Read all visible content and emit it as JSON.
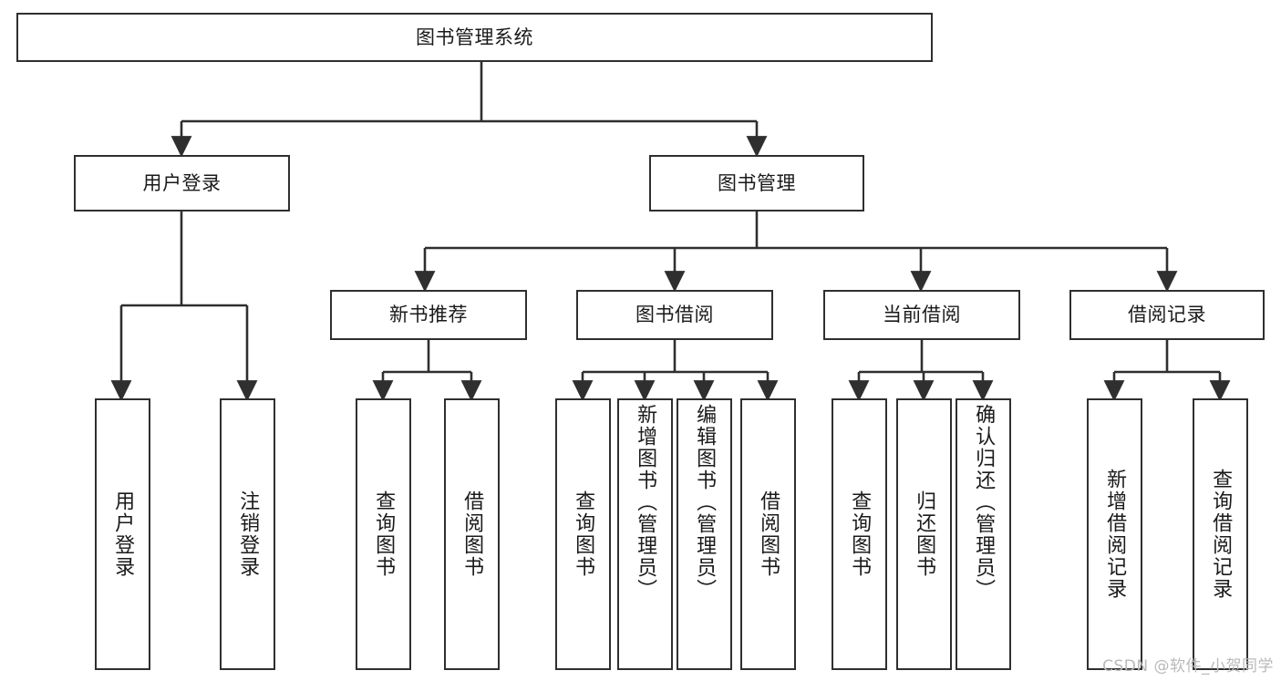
{
  "diagram": {
    "type": "tree-hierarchy",
    "title": "图书管理系统",
    "root": {
      "label": "图书管理系统"
    },
    "level2": [
      {
        "label": "用户登录"
      },
      {
        "label": "图书管理"
      }
    ],
    "level3": [
      {
        "label": "新书推荐"
      },
      {
        "label": "图书借阅"
      },
      {
        "label": "当前借阅"
      },
      {
        "label": "借阅记录"
      }
    ],
    "leaves": {
      "user_login": [
        {
          "label": "用户登录"
        },
        {
          "label": "注销登录"
        }
      ],
      "new_book_recommend": [
        {
          "label": "查询图书"
        },
        {
          "label": "借阅图书"
        }
      ],
      "book_borrow": [
        {
          "label": "查询图书"
        },
        {
          "label": "新增图书（管理员）"
        },
        {
          "label": "编辑图书（管理员）"
        },
        {
          "label": "借阅图书"
        }
      ],
      "current_borrow": [
        {
          "label": "查询图书"
        },
        {
          "label": "归还图书"
        },
        {
          "label": "确认归还（管理员）"
        }
      ],
      "borrow_record": [
        {
          "label": "新增借阅记录"
        },
        {
          "label": "查询借阅记录"
        }
      ]
    }
  },
  "watermark": {
    "text": "CSDN @软件_小贺同学"
  },
  "colors": {
    "stroke": "#2f2f2f",
    "background": "#ffffff",
    "text": "#1a1a1a",
    "watermark": "#b9b9b9"
  }
}
